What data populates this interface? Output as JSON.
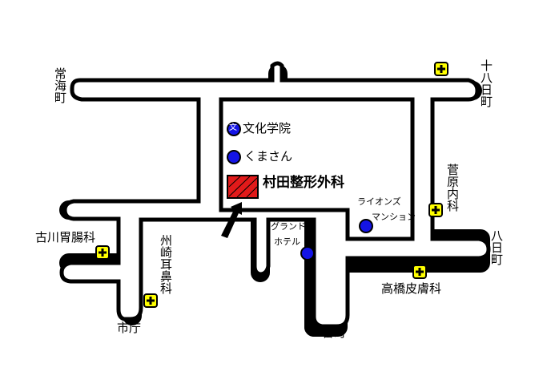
{
  "streets": {
    "tsunemi_cho": "常海町",
    "juhachi_nichi_cho": "十八日町",
    "hachi_nichi_cho": "八日町",
    "shichou": "市庁",
    "ban_cho": "番町"
  },
  "places": {
    "bunka_gakuin": "文化学院",
    "kumasan": "くまさん",
    "murata_clinic": "村田整形外科",
    "lions_mansion_1": "ライオンズ",
    "lions_mansion_2": "マンション",
    "grand_hotel_1": "グランド",
    "grand_hotel_2": "ホテル"
  },
  "clinics": {
    "furukawa": "古川胃腸科",
    "suzaki": "州崎耳鼻科",
    "kanbara": "菅原内科",
    "takahashi": "高橋皮膚科"
  },
  "icons": {
    "school_glyph": "文"
  },
  "colors": {
    "target": "#e21a1a",
    "place_dot": "#1414e6",
    "clinic_marker": "#ffff00",
    "road_outline": "#000000"
  }
}
